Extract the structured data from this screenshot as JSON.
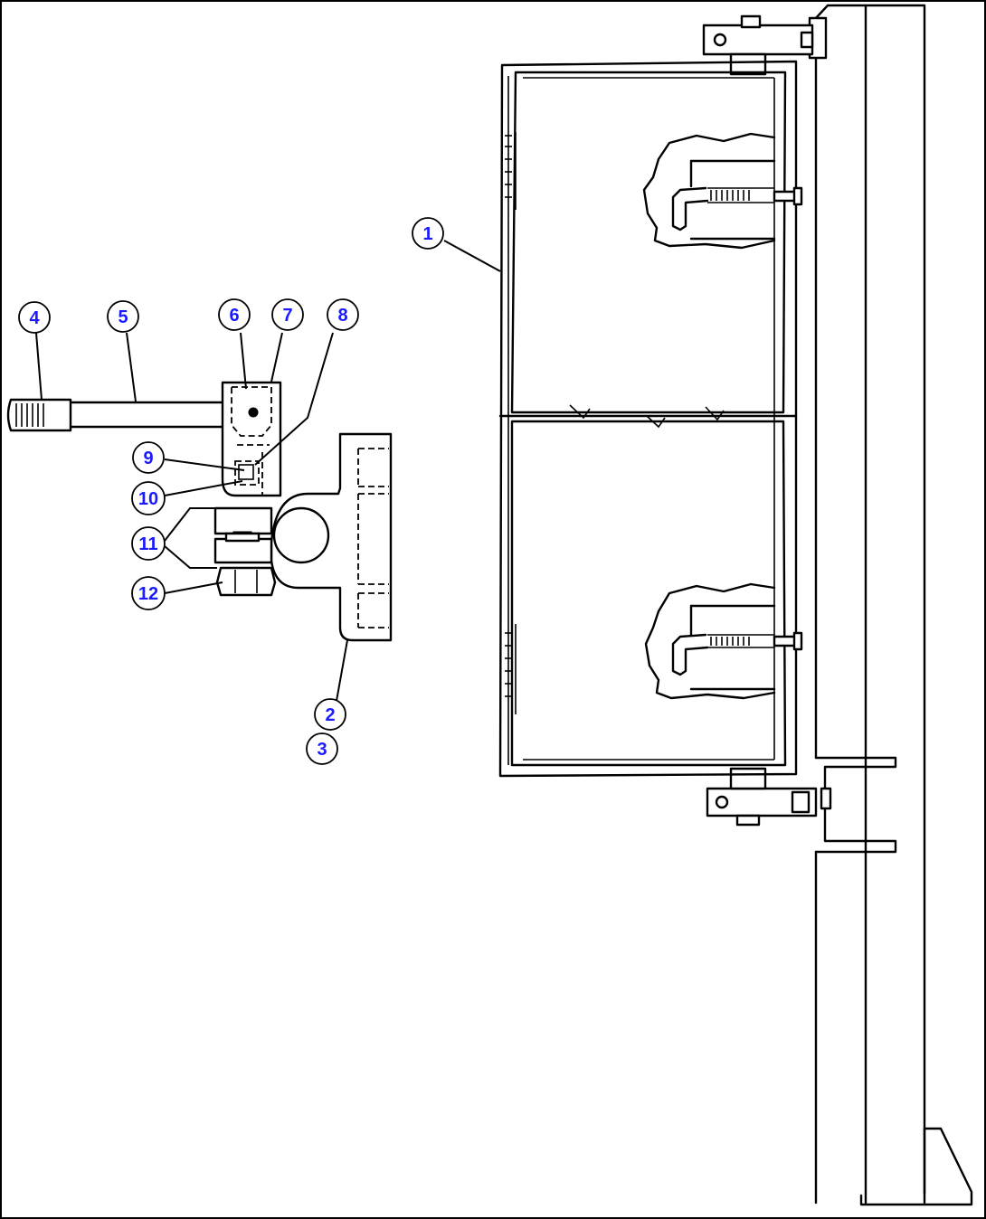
{
  "colors": {
    "line": "#000000",
    "callout_text": "#1a1aff",
    "background": "#ffffff"
  },
  "callouts": {
    "c1": "1",
    "c2": "2",
    "c3": "3",
    "c4": "4",
    "c5": "5",
    "c6": "6",
    "c7": "7",
    "c8": "8",
    "c9": "9",
    "c10": "10",
    "c11": "11",
    "c12": "12"
  }
}
